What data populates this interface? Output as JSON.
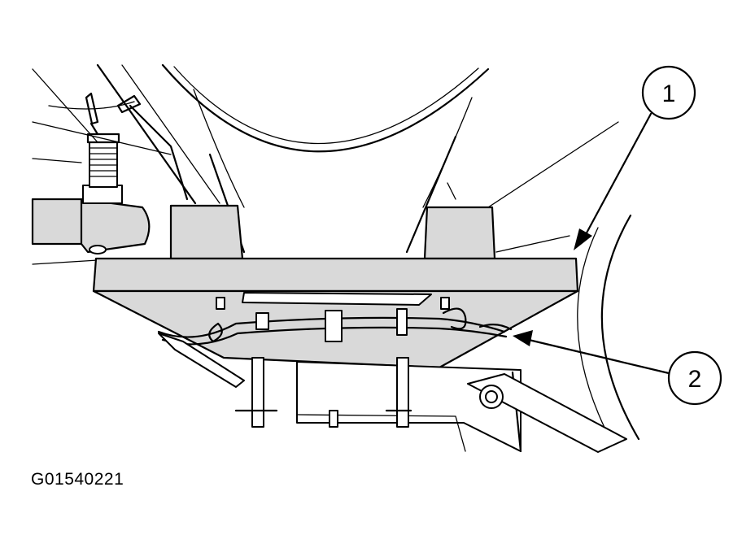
{
  "figure": {
    "code": "G01540221"
  },
  "callouts": [
    {
      "number": "1"
    },
    {
      "number": "2"
    }
  ],
  "colors": {
    "ink": "#000000",
    "fill": "#d9d9d9",
    "paper": "#ffffff"
  }
}
